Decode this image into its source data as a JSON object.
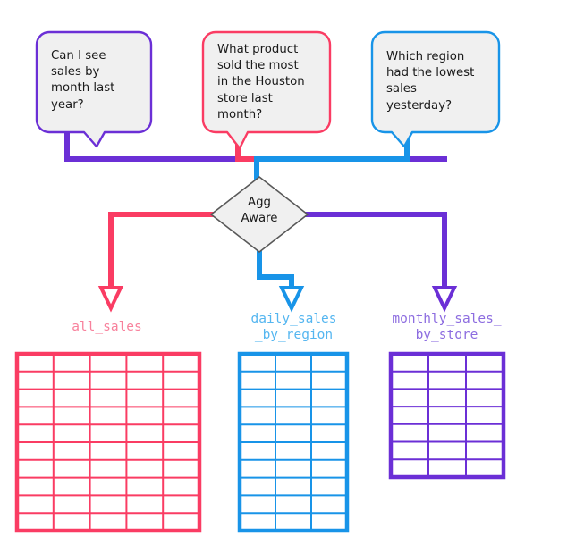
{
  "diagram": {
    "title": "Agg Aware routing diagram",
    "colors": {
      "purple": "#6b2fd6",
      "pink": "#fa3c63",
      "blue": "#1894e8",
      "bubble_fill": "#f0f0f0",
      "diamond_fill": "#f0f0f0",
      "diamond_stroke": "#595959",
      "caption_pink": "#f8819c",
      "caption_blue": "#55b6f0",
      "caption_purple": "#8d6de0"
    },
    "questions": [
      {
        "id": "q-month-sales",
        "text": "Can I see\nsales by\nmonth last\nyear?",
        "color": "#6b2fd6"
      },
      {
        "id": "q-houston-product",
        "text": "What product\nsold the most\nin the Houston\nstore last\nmonth?",
        "color": "#fa3c63"
      },
      {
        "id": "q-lowest-region",
        "text": "Which region\nhad the lowest\nsales\nyesterday?",
        "color": "#1894e8"
      }
    ],
    "decision": {
      "id": "agg-aware",
      "label": "Agg\nAware"
    },
    "tables": [
      {
        "id": "all-sales",
        "caption": "all_sales",
        "color": "#fa3c63",
        "caption_color": "#f8819c",
        "columns": 5,
        "rows": 10
      },
      {
        "id": "daily-sales-by-region",
        "caption": "daily_sales\n_by_region",
        "color": "#1894e8",
        "caption_color": "#55b6f0",
        "columns": 3,
        "rows": 10
      },
      {
        "id": "monthly-sales-by-store",
        "caption": "monthly_sales_\nby_store",
        "color": "#6b2fd6",
        "caption_color": "#8d6de0",
        "columns": 3,
        "rows": 7
      }
    ]
  }
}
